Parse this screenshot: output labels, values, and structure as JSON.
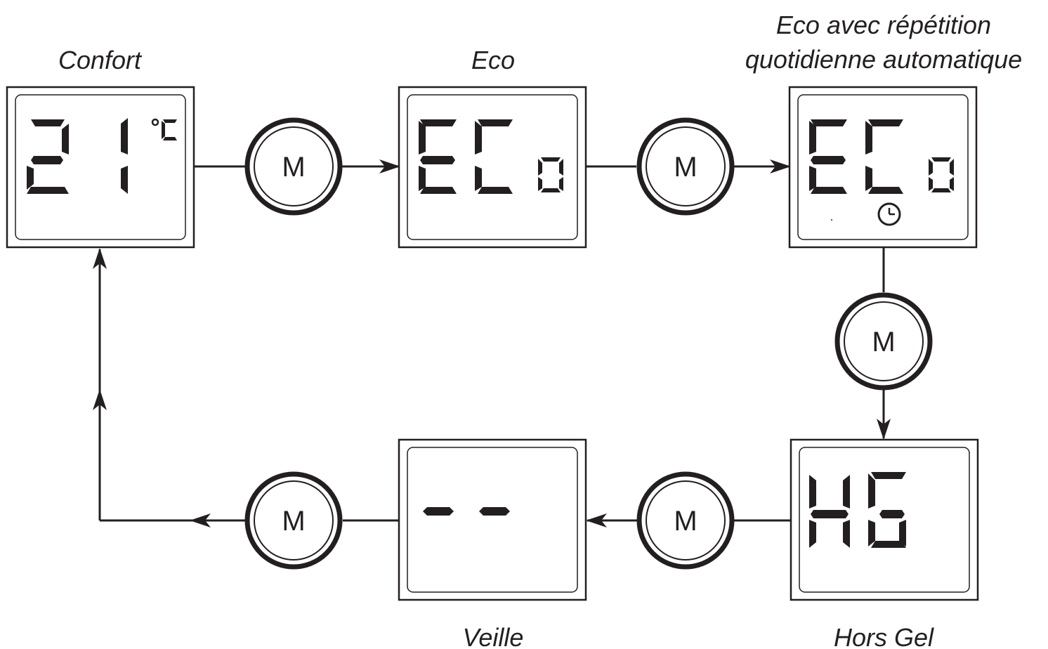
{
  "states": [
    {
      "id": "confort",
      "caption": [
        "Confort"
      ],
      "display": "21",
      "unit": "°C",
      "icon": null
    },
    {
      "id": "eco",
      "caption": [
        "Eco"
      ],
      "display": "ECo",
      "unit": "",
      "icon": null
    },
    {
      "id": "eco-repeat",
      "caption": [
        "Eco avec répétition",
        "quotidienne automatique"
      ],
      "display": "ECo",
      "unit": "",
      "icon": "clock-icon"
    },
    {
      "id": "hors-gel",
      "caption": [
        "Hors Gel"
      ],
      "display": "HG",
      "unit": "",
      "icon": null
    },
    {
      "id": "veille",
      "caption": [
        "Veille"
      ],
      "display": "--",
      "unit": "",
      "icon": null
    }
  ],
  "mode_button": {
    "label": "M",
    "count": 5
  },
  "colors": {
    "ink": "#231f20",
    "background": "#ffffff"
  }
}
